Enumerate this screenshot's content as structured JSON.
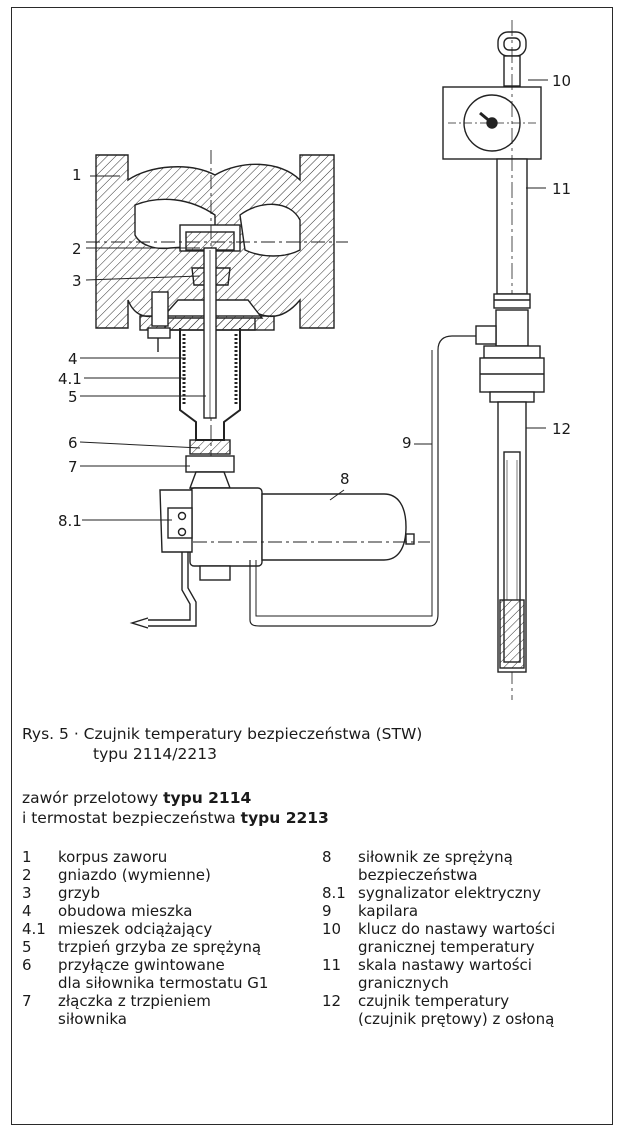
{
  "figure": {
    "callouts": {
      "c1": "1",
      "c2": "2",
      "c3": "3",
      "c4": "4",
      "c41": "4.1",
      "c5": "5",
      "c6": "6",
      "c7": "7",
      "c8": "8",
      "c81": "8.1",
      "c9": "9",
      "c10": "10",
      "c11": "11",
      "c12": "12"
    }
  },
  "caption": {
    "line1": "Rys. 5 · Czujnik temperatury bezpieczeństwa (STW)",
    "line2": "typu 2114/2213"
  },
  "subtitle": {
    "line1_text": "zawór przelotowy ",
    "line1_bold": "typu 2114",
    "line2_text": "i termostat bezpieczeństwa ",
    "line2_bold": "typu 2213"
  },
  "legend": {
    "left": [
      {
        "num": "1",
        "lines": [
          "korpus zaworu"
        ]
      },
      {
        "num": "2",
        "lines": [
          "gniazdo (wymienne)"
        ]
      },
      {
        "num": "3",
        "lines": [
          "grzyb"
        ]
      },
      {
        "num": "4",
        "lines": [
          "obudowa mieszka"
        ]
      },
      {
        "num": "4.1",
        "lines": [
          "mieszek odciążający"
        ]
      },
      {
        "num": "5",
        "lines": [
          "trzpień grzyba ze sprężyną"
        ]
      },
      {
        "num": "6",
        "lines": [
          "przyłącze gwintowane",
          "dla siłownika termostatu G1"
        ]
      },
      {
        "num": "7",
        "lines": [
          "złączka z trzpieniem",
          "siłownika"
        ]
      }
    ],
    "right": [
      {
        "num": "8",
        "lines": [
          "siłownik ze sprężyną",
          "bezpieczeństwa"
        ]
      },
      {
        "num": "8.1",
        "lines": [
          "sygnalizator elektryczny"
        ]
      },
      {
        "num": "9",
        "lines": [
          "kapilara"
        ]
      },
      {
        "num": "10",
        "lines": [
          "klucz do nastawy wartości",
          "granicznej temperatury"
        ]
      },
      {
        "num": "11",
        "lines": [
          "skala nastawy wartości",
          "granicznych"
        ]
      },
      {
        "num": "12",
        "lines": [
          "czujnik temperatury",
          "(czujnik prętowy) z osłoną"
        ]
      }
    ]
  }
}
